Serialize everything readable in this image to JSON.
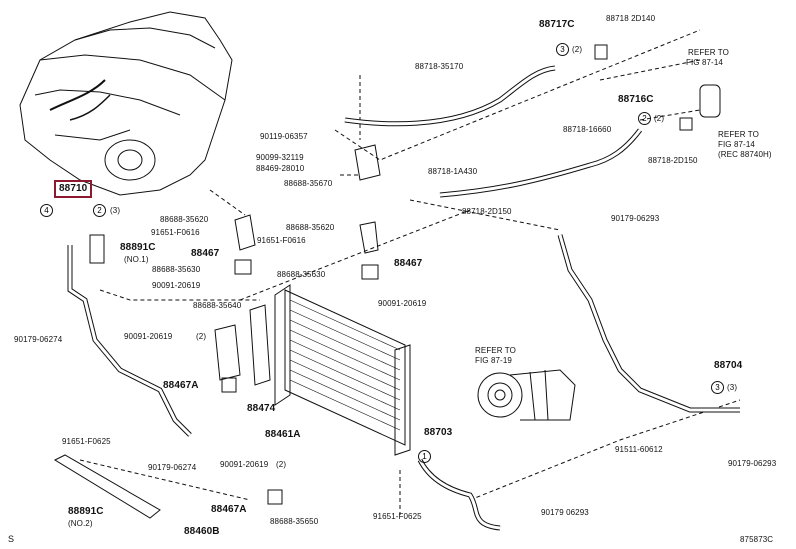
{
  "main_part": "88710",
  "parts": [
    {
      "id": "p1",
      "text": "88717C",
      "big": true
    },
    {
      "id": "p2",
      "text": "88718 2D140"
    },
    {
      "id": "p3",
      "text": "88718-35170"
    },
    {
      "id": "p4",
      "text": "90119-06357"
    },
    {
      "id": "p5",
      "text": "90099-32119"
    },
    {
      "id": "p6",
      "text": "88469-28010"
    },
    {
      "id": "p7",
      "text": "88688-35670"
    },
    {
      "id": "p8",
      "text": "88718-1A430"
    },
    {
      "id": "p9",
      "text": "88718-2D150"
    },
    {
      "id": "p10",
      "text": "88716C",
      "big": true
    },
    {
      "id": "p11",
      "text": "88718-16660"
    },
    {
      "id": "p12",
      "text": "88718-2D150"
    },
    {
      "id": "p13",
      "text": "88891C",
      "big": true
    },
    {
      "id": "p14",
      "text": "(NO.1)"
    },
    {
      "id": "p15",
      "text": "88688-35620"
    },
    {
      "id": "p16",
      "text": "91651-F0616"
    },
    {
      "id": "p17",
      "text": "88467",
      "big": true
    },
    {
      "id": "p18",
      "text": "88688-35630"
    },
    {
      "id": "p19",
      "text": "90091-20619"
    },
    {
      "id": "p20",
      "text": "88688-35640"
    },
    {
      "id": "p21",
      "text": "88688-35620"
    },
    {
      "id": "p22",
      "text": "91651-F0616"
    },
    {
      "id": "p23",
      "text": "88467",
      "big": true
    },
    {
      "id": "p24",
      "text": "88688-35630"
    },
    {
      "id": "p25",
      "text": "90091-20619"
    },
    {
      "id": "p26",
      "text": "90179-06293"
    },
    {
      "id": "p27",
      "text": "90179-06274"
    },
    {
      "id": "p28",
      "text": "90091-20619"
    },
    {
      "id": "p29",
      "text": "(2)"
    },
    {
      "id": "p30",
      "text": "88467A",
      "big": true
    },
    {
      "id": "p31",
      "text": "88474",
      "big": true
    },
    {
      "id": "p32",
      "text": "88461A",
      "big": true
    },
    {
      "id": "p33",
      "text": "91651-F0625"
    },
    {
      "id": "p34",
      "text": "90179-06274"
    },
    {
      "id": "p35",
      "text": "90091-20619"
    },
    {
      "id": "p36",
      "text": "(2)"
    },
    {
      "id": "p37",
      "text": "88891C",
      "big": true
    },
    {
      "id": "p38",
      "text": "(NO.2)"
    },
    {
      "id": "p39",
      "text": "88467A",
      "big": true
    },
    {
      "id": "p40",
      "text": "88460B",
      "big": true
    },
    {
      "id": "p41",
      "text": "88688-35650"
    },
    {
      "id": "p42",
      "text": "88703",
      "big": true
    },
    {
      "id": "p43",
      "text": "91651-F0625"
    },
    {
      "id": "p44",
      "text": "90179 06293"
    },
    {
      "id": "p45",
      "text": "88704",
      "big": true
    },
    {
      "id": "p46",
      "text": "91511-60612"
    },
    {
      "id": "p47",
      "text": "90179-06293"
    },
    {
      "id": "p48",
      "text": "S"
    },
    {
      "id": "p49",
      "text": "875873C"
    }
  ],
  "refer_notes": [
    {
      "id": "r1",
      "line1": "REFER TO",
      "line2": "FIG 87-14"
    },
    {
      "id": "r2",
      "line1": "REFER TO",
      "line2": "FIG 87-14"
    },
    {
      "id": "r3",
      "line1": "REFER TO",
      "line2": "FIG 87-19"
    }
  ],
  "refer_extra": "(REC 88740H)",
  "circled": [
    {
      "id": "c1",
      "num": "3",
      "qty": "(2)"
    },
    {
      "id": "c2",
      "num": "2",
      "qty": "(2)"
    },
    {
      "id": "c3",
      "num": "4",
      "qty": ""
    },
    {
      "id": "c4",
      "num": "2",
      "qty": "(3)"
    },
    {
      "id": "c5",
      "num": "3",
      "qty": "(3)"
    },
    {
      "id": "c6",
      "num": "1",
      "qty": ""
    }
  ]
}
